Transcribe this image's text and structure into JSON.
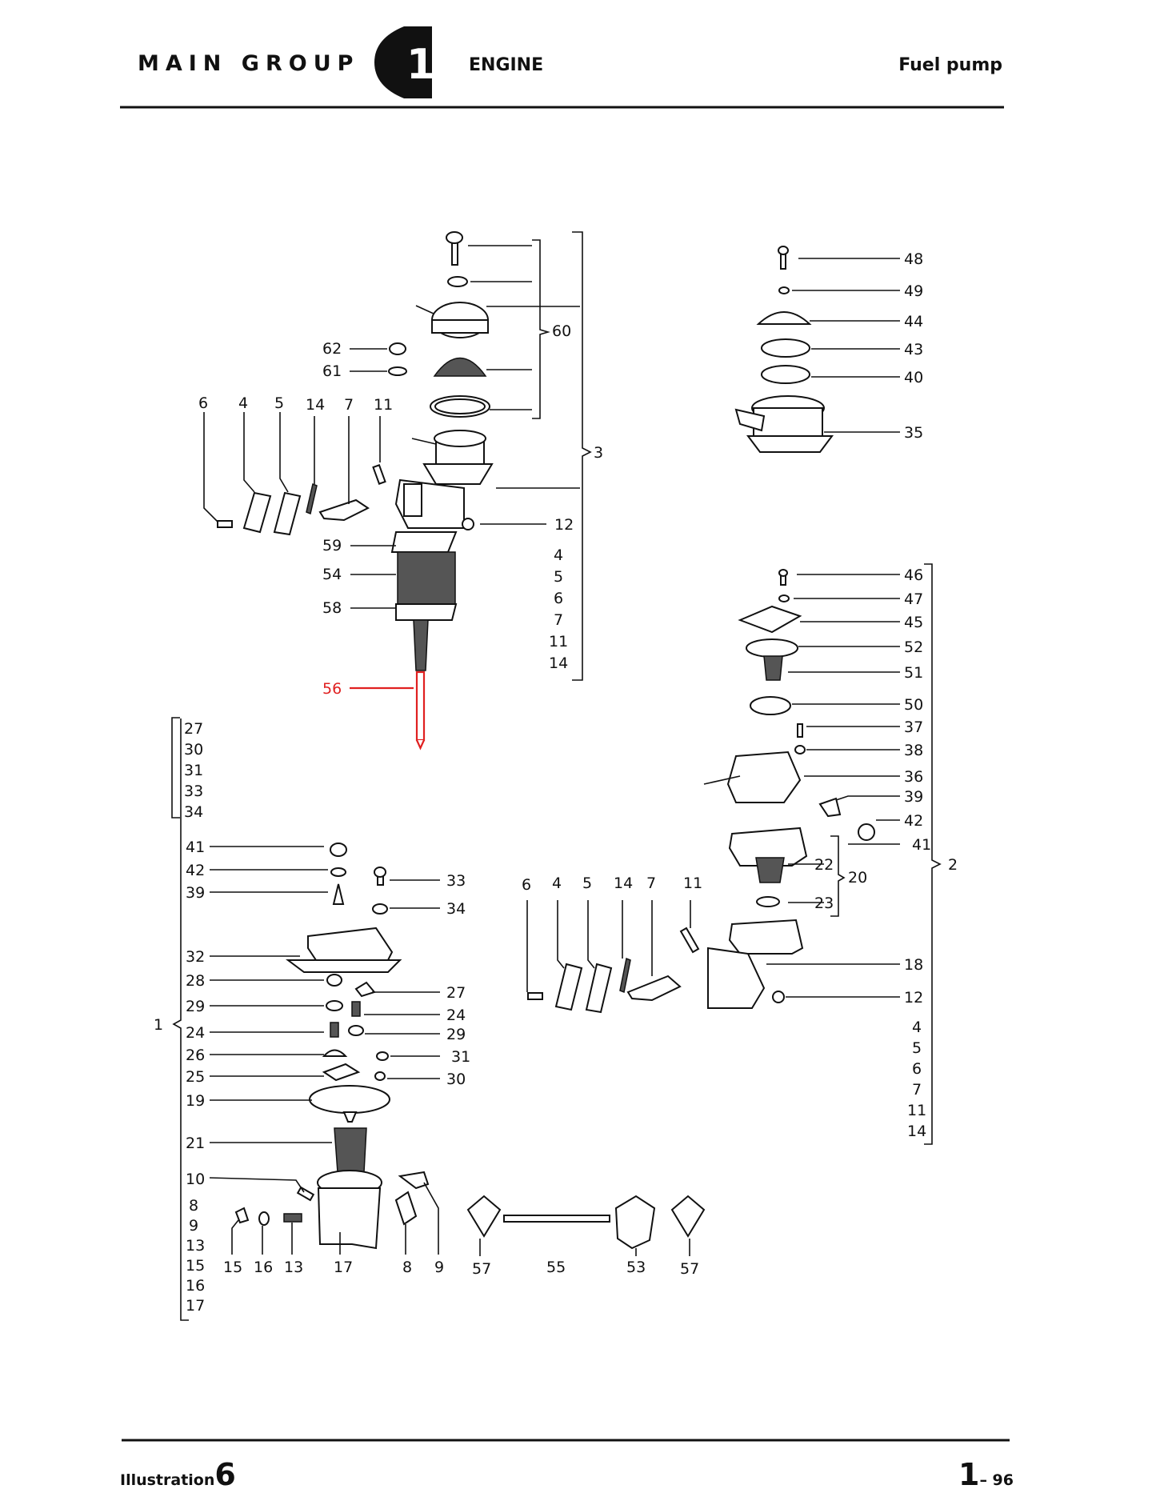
{
  "header": {
    "main_group": "MAIN GROUP",
    "group_number": "1",
    "section": "ENGINE",
    "subject": "Fuel pump"
  },
  "footer": {
    "illustration_word": "Illustration",
    "illustration_number": "6",
    "page_main": "1",
    "page_suffix": "– 96"
  },
  "highlight_color": "#e02020",
  "highlighted_part": "56",
  "callouts": {
    "top_left_row": [
      "6",
      "4",
      "5",
      "14",
      "7",
      "11"
    ],
    "top_stack": [
      "62",
      "61",
      "60",
      "3",
      "12",
      "4",
      "5",
      "6",
      "7",
      "11",
      "14",
      "59",
      "54",
      "58",
      "56"
    ],
    "right_top": [
      "48",
      "49",
      "44",
      "43",
      "40",
      "35"
    ],
    "right_group": [
      "46",
      "47",
      "45",
      "52",
      "51",
      "50",
      "37",
      "38",
      "36",
      "39",
      "42",
      "41",
      "22",
      "20",
      "23",
      "18",
      "12",
      "2",
      "4",
      "5",
      "6",
      "7",
      "11",
      "14"
    ],
    "middle_row": [
      "6",
      "4",
      "5",
      "14",
      "7",
      "11"
    ],
    "left_bracket": [
      "27",
      "30",
      "31",
      "33",
      "34"
    ],
    "left_group": [
      "41",
      "42",
      "39",
      "33",
      "34",
      "32",
      "28",
      "27",
      "29",
      "24",
      "24",
      "29",
      "26",
      "31",
      "25",
      "30",
      "19",
      "21",
      "10",
      "1"
    ],
    "left_bottom_list": [
      "8",
      "9",
      "13",
      "15",
      "16",
      "17"
    ],
    "bottom_row": [
      "15",
      "16",
      "13",
      "17",
      "8",
      "9",
      "57",
      "55",
      "53",
      "57"
    ]
  }
}
